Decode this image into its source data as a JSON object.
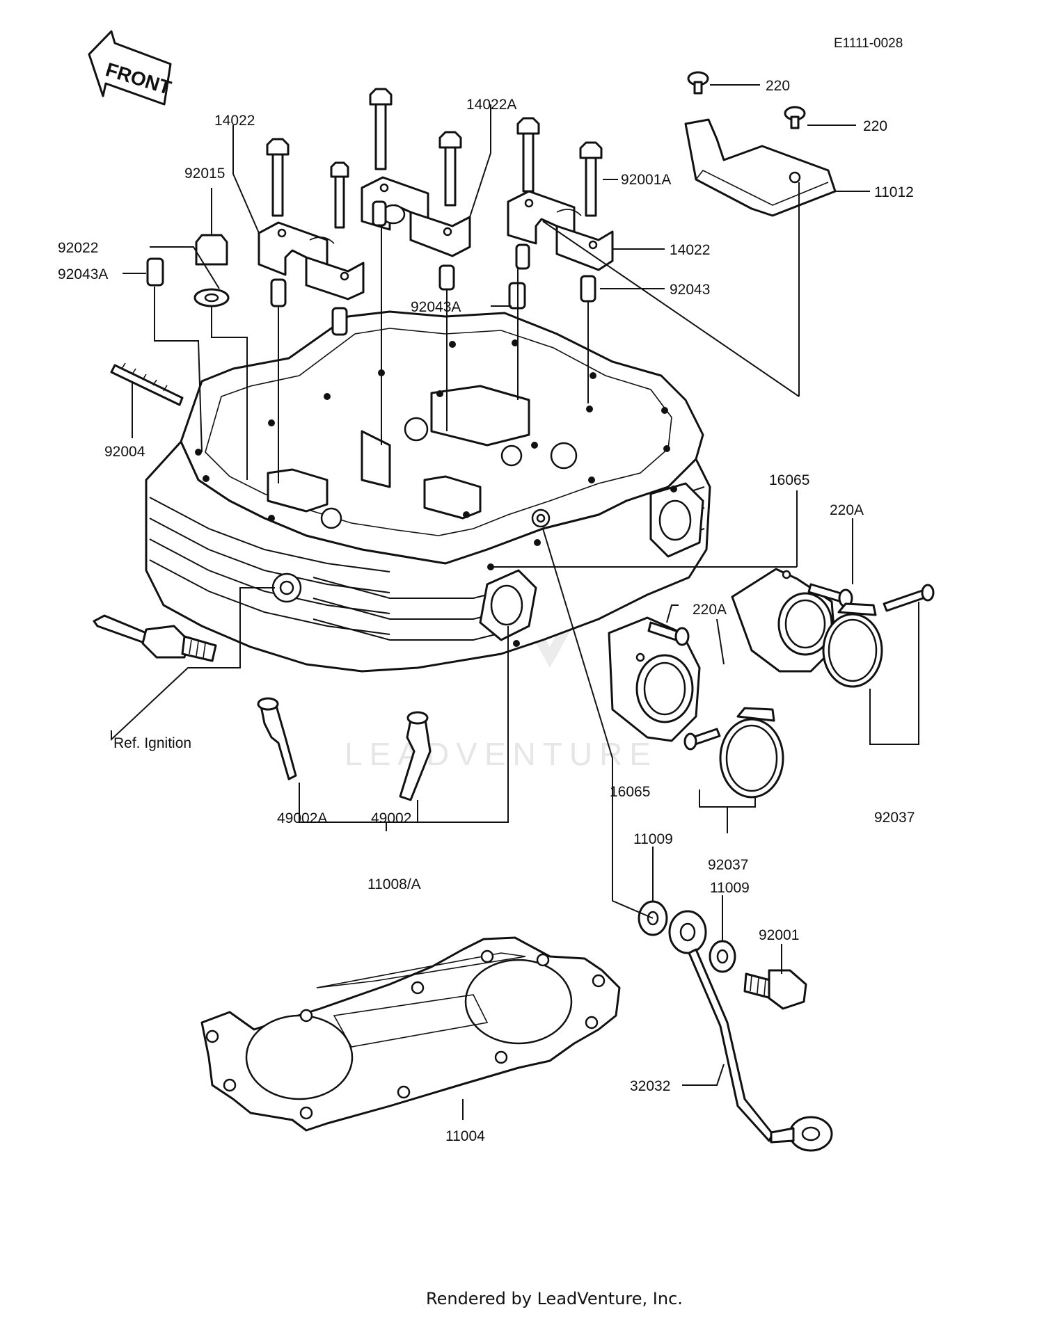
{
  "header": {
    "diagram_code": "E1111-0028",
    "front_label": "FRONT"
  },
  "labels": {
    "220_a": "220",
    "220_b": "220",
    "11012": "11012",
    "14022_left": "14022",
    "14022A": "14022A",
    "92001A": "92001A",
    "14022_right": "14022",
    "92015": "92015",
    "92022": "92022",
    "92043A_left": "92043A",
    "92043A_center": "92043A",
    "92043": "92043",
    "92004": "92004",
    "16065_upper": "16065",
    "220A_upper": "220A",
    "220A_lower": "220A",
    "16065_lower": "16065",
    "ref_ignition": "Ref.  Ignition",
    "49002A": "49002A",
    "49002": "49002",
    "11008A": "11008/A",
    "92037_right": "92037",
    "92037_center": "92037",
    "11009_upper": "11009",
    "11009_lower": "11009",
    "92001": "92001",
    "32032": "32032",
    "11004": "11004"
  },
  "watermark": "LEADVENTURE",
  "footer": {
    "credit": "Rendered by LeadVenture, Inc."
  }
}
